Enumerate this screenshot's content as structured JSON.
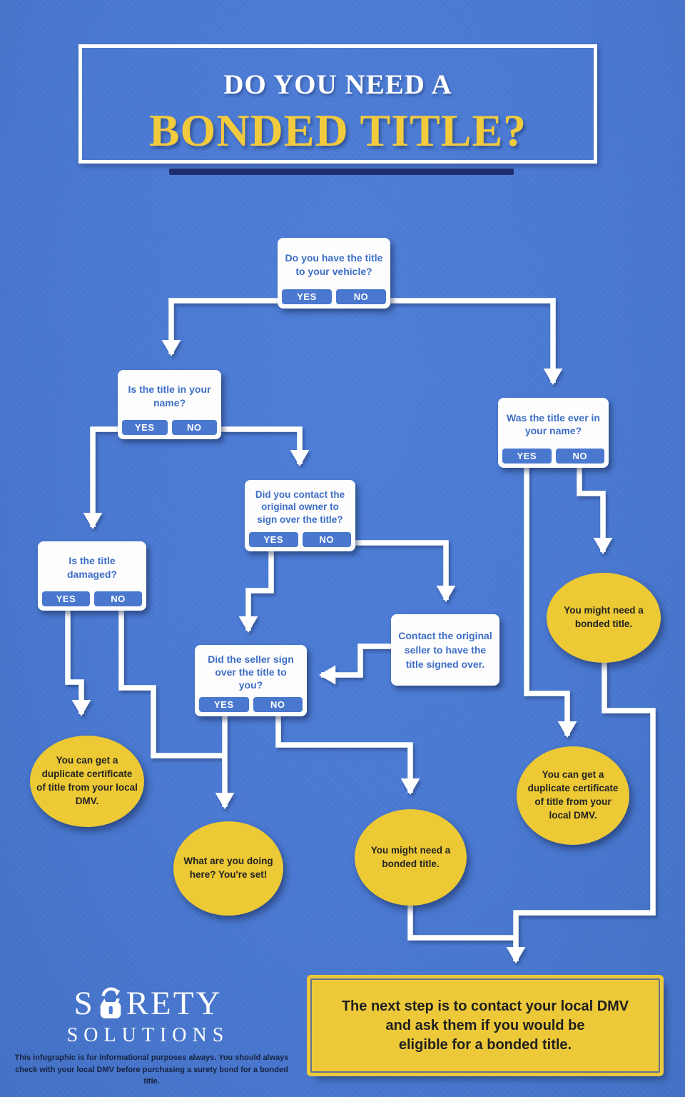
{
  "header": {
    "line1": "DO YOU NEED A",
    "line2": "BONDED TITLE?"
  },
  "questions": {
    "have_title": {
      "text": "Do you have the title to your vehicle?",
      "yes": "YES",
      "no": "NO"
    },
    "title_in_name": {
      "text": "Is the title in your name?",
      "yes": "YES",
      "no": "NO"
    },
    "title_ever": {
      "text": "Was the title ever in your name?",
      "yes": "YES",
      "no": "NO"
    },
    "contact_owner": {
      "text": "Did you contact the original owner to sign over the title?",
      "yes": "YES",
      "no": "NO"
    },
    "damaged": {
      "text": "Is the title damaged?",
      "yes": "YES",
      "no": "NO"
    },
    "seller_signed": {
      "text": "Did the seller sign over the title to you?",
      "yes": "YES",
      "no": "NO"
    }
  },
  "info": {
    "contact_seller": "Contact the original seller to have the title signed over."
  },
  "outcomes": {
    "might_need_top": "You might need a bonded title.",
    "duplicate_left": "You can get a duplicate certificate of title from your local DMV.",
    "youre_set": "What are you doing here? You're set!",
    "might_need_mid": "You might need a bonded title.",
    "duplicate_right": "You can get a duplicate certificate of title from your local DMV."
  },
  "banner": {
    "lines": [
      "The next step is to contact your local DMV",
      "and ask them if you would be",
      "eligible for a bonded title."
    ]
  },
  "footer": {
    "brand_first": "S",
    "brand_rest": "RETY",
    "brand_line2": "SOLUTIONS",
    "disclaimer": "This infographic is for informational purposes always.  You should always check with your local DMV before purchasing a surety bond for a bonded title."
  },
  "colors": {
    "background": "#4a79d2",
    "accent_yellow": "#ecc935",
    "title_yellow": "#f2ca3d",
    "question_blue": "#3d6ec6",
    "navy": "#1e2e6d",
    "white": "#ffffff"
  }
}
